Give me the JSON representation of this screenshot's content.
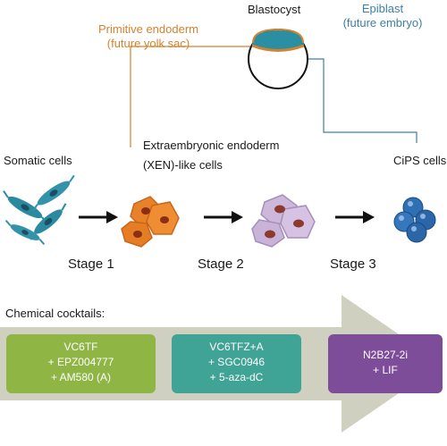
{
  "blastocyst": {
    "title": "Blastocyst",
    "primitive_endoderm": {
      "line1": "Primitive endoderm",
      "line2": "(future yolk sac)"
    },
    "epiblast": {
      "line1": "Epiblast",
      "line2": "(future embryo)"
    }
  },
  "cells": {
    "somatic": "Somatic cells",
    "xen_line1": "Extraembryonic endoderm",
    "xen_line2": "(XEN)-like cells",
    "cips": "CiPS cells"
  },
  "stages": [
    "Stage 1",
    "Stage 2",
    "Stage 3"
  ],
  "cocktails": {
    "heading": "Chemical cocktails:",
    "boxes": [
      {
        "lines": [
          "VC6TF",
          "+ EPZ004777",
          "+ AM580 (A)"
        ]
      },
      {
        "lines": [
          "VC6TFZ+A",
          "+ SGC0946",
          "+ 5-aza-dC"
        ]
      },
      {
        "lines": [
          "N2B27-2i",
          "+ LIF"
        ]
      }
    ]
  },
  "colors": {
    "primitive_endoderm": "#d4822f",
    "epiblast_line": "#3d7fa9",
    "blastocyst_fill": "#2a8fa3",
    "box1": "#8fb545",
    "box2": "#3fa395",
    "box3": "#7e4d99",
    "big_arrow": "#cfd0c0"
  }
}
